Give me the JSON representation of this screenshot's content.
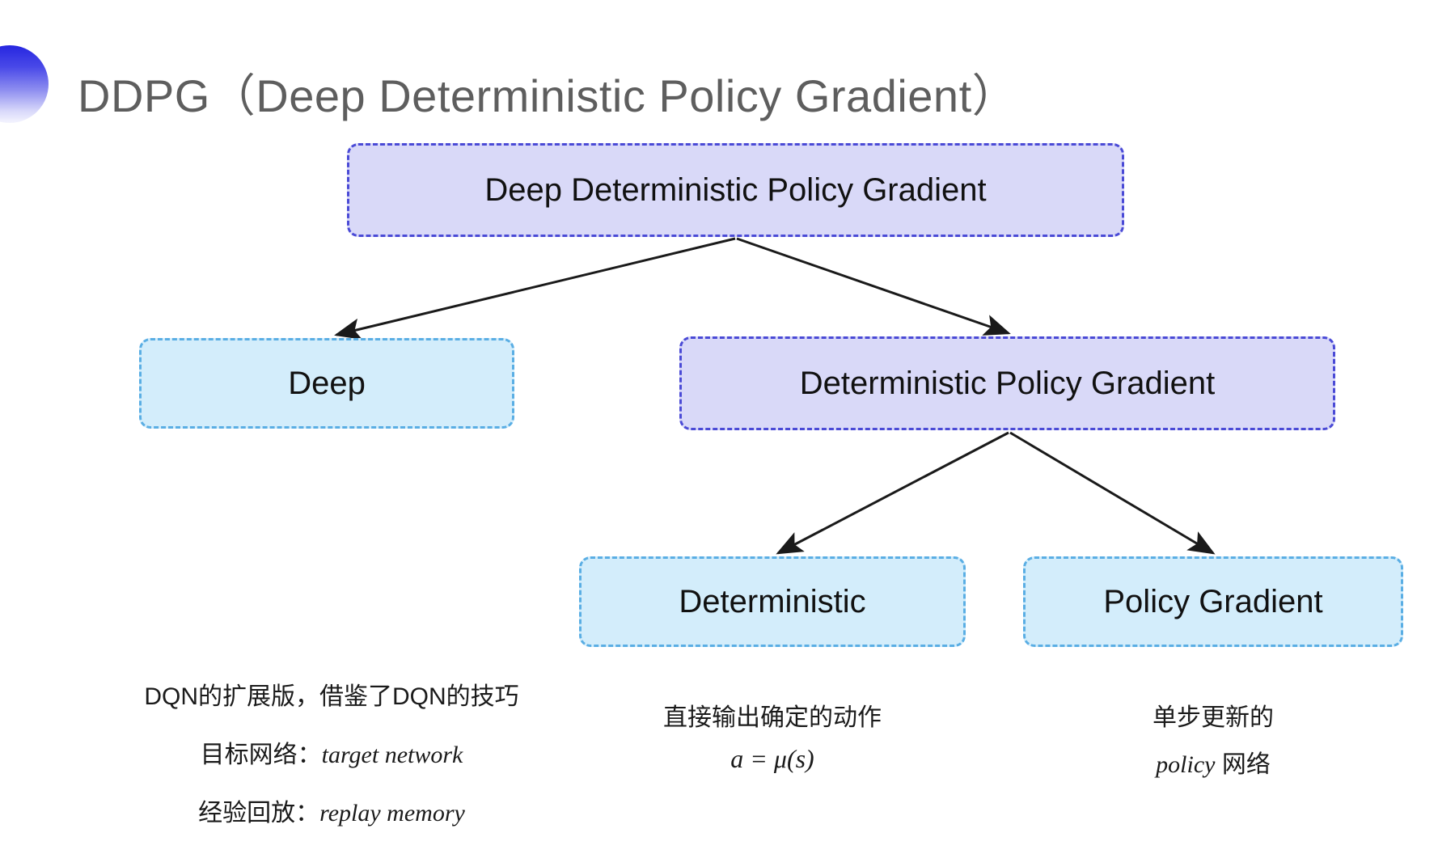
{
  "slide": {
    "title": "DDPG（Deep Deterministic Policy Gradient）",
    "background_color": "#ffffff",
    "bullet_icon": "gradient-circle-bullet",
    "title_color": "#5e5e5e"
  },
  "colors": {
    "purple_fill": "#d9d9f8",
    "purple_border": "#4a4ad6",
    "blue_fill": "#d3edfb",
    "blue_border": "#5aaee4",
    "arrow": "#1a1a1a"
  },
  "nodes": {
    "root": {
      "label": "Deep Deterministic Policy Gradient",
      "style": "purple"
    },
    "deep": {
      "label": "Deep",
      "style": "blue"
    },
    "dpg": {
      "label": "Deterministic Policy Gradient",
      "style": "purple"
    },
    "deterministic": {
      "label": "Deterministic",
      "style": "blue"
    },
    "policy_gradient": {
      "label": "Policy Gradient",
      "style": "blue"
    }
  },
  "annotations": {
    "deep": {
      "line1": "DQN的扩展版，借鉴了DQN的技巧",
      "line2_label": "目标网络：",
      "line2_term": "target network",
      "line3_label": "经验回放：",
      "line3_term": "replay memory"
    },
    "deterministic": {
      "line1": "直接输出确定的动作",
      "formula": "a = μ(s)"
    },
    "policy_gradient": {
      "line1": "单步更新的",
      "line2_term": "policy",
      "line2_suffix": " 网络"
    }
  },
  "edges": [
    {
      "from": "root",
      "to": "deep"
    },
    {
      "from": "root",
      "to": "dpg"
    },
    {
      "from": "dpg",
      "to": "deterministic"
    },
    {
      "from": "dpg",
      "to": "policy_gradient"
    }
  ]
}
